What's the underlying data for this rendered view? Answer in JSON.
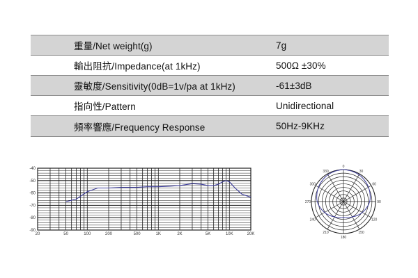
{
  "specs": [
    {
      "label": "重量/Net weight(g)",
      "value": "7g"
    },
    {
      "label": "輸出阻抗/Impedance(at 1kHz)",
      "value": "500Ω ±30%"
    },
    {
      "label": "靈敏度/Sensitivity(0dB=1v/pa at 1kHz)",
      "value": "-61±3dB"
    },
    {
      "label": "指向性/Pattern",
      "value": "Unidirectional"
    },
    {
      "label": "頻率響應/Frequency Response",
      "value": "50Hz-9KHz"
    }
  ],
  "colors": {
    "row_shade": "#d4d4d4",
    "curve": "#3a3a9a",
    "grid": "#222222"
  },
  "chart_data": [
    {
      "type": "line",
      "x_scale": "log",
      "xlim": [
        20,
        20000
      ],
      "ylim": [
        -90,
        -40
      ],
      "x_ticks": [
        {
          "v": 20,
          "label": "20"
        },
        {
          "v": 50,
          "label": "50"
        },
        {
          "v": 100,
          "label": "100"
        },
        {
          "v": 200,
          "label": "200"
        },
        {
          "v": 500,
          "label": "500"
        },
        {
          "v": 1000,
          "label": "1K"
        },
        {
          "v": 2000,
          "label": "2K"
        },
        {
          "v": 5000,
          "label": "5K"
        },
        {
          "v": 10000,
          "label": "10K"
        },
        {
          "v": 20000,
          "label": "20K"
        }
      ],
      "y_ticks": [
        -40,
        -50,
        -60,
        -70,
        -80,
        -90
      ],
      "grid": true,
      "series": [
        {
          "x": [
            50,
            70,
            100,
            140,
            200,
            300,
            500,
            700,
            1000,
            1500,
            2000,
            3000,
            4000,
            5000,
            6000,
            7000,
            8000,
            9000,
            10000,
            12000,
            15000,
            20000
          ],
          "y": [
            -67,
            -65,
            -59,
            -56,
            -56,
            -55.5,
            -55.5,
            -55,
            -55,
            -54.5,
            -54,
            -52.5,
            -53,
            -54,
            -54,
            -53,
            -51,
            -50,
            -51,
            -56,
            -61,
            -63.5
          ]
        }
      ]
    },
    {
      "type": "polar",
      "angle_labels": [
        "0",
        "30",
        "60",
        "90",
        "120",
        "150",
        "180",
        "210",
        "240",
        "270",
        "300",
        "330"
      ],
      "rings": 9,
      "series": [
        {
          "theta": [
            0,
            30,
            60,
            90,
            120,
            150,
            180,
            210,
            240,
            270,
            300,
            330
          ],
          "r": [
            1.0,
            0.97,
            0.9,
            0.82,
            0.68,
            0.55,
            0.5,
            0.55,
            0.68,
            0.82,
            0.9,
            0.97
          ]
        }
      ]
    }
  ]
}
